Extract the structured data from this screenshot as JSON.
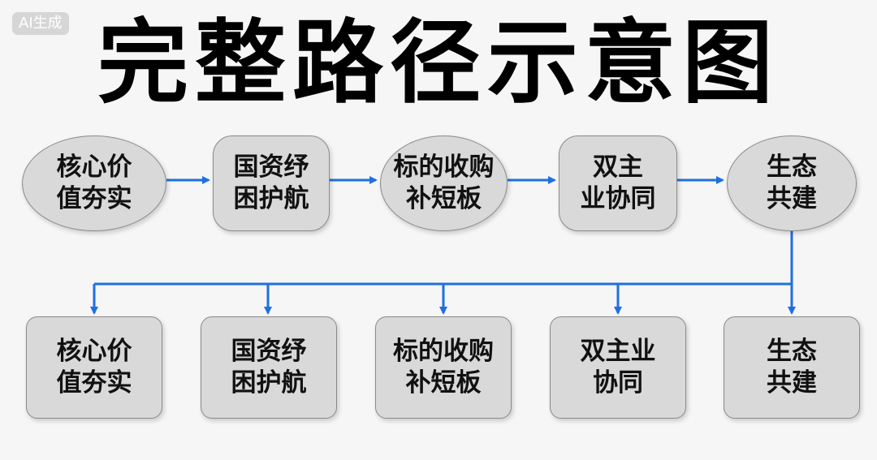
{
  "watermark": "AI生成",
  "title": "完整路径示意图",
  "colors": {
    "arrow": "#1f6fe0",
    "node_fill": "#d9d9d9",
    "node_border": "#8a8a8a"
  },
  "top_row": [
    {
      "line1": "核心价",
      "line2": "值夯实"
    },
    {
      "line1": "国资纾",
      "line2": "困护航"
    },
    {
      "line1": "标的收购",
      "line2": "补短板"
    },
    {
      "line1": "双主",
      "line2": "业协同"
    },
    {
      "line1": "生态",
      "line2": "共建"
    }
  ],
  "bottom_row": [
    {
      "line1": "核心价",
      "line2": "值夯实"
    },
    {
      "line1": "国资纾",
      "line2": "困护航"
    },
    {
      "line1": "标的收购",
      "line2": "补短板"
    },
    {
      "line1": "双主业",
      "line2": "协同"
    },
    {
      "line1": "生态",
      "line2": "共建"
    }
  ]
}
